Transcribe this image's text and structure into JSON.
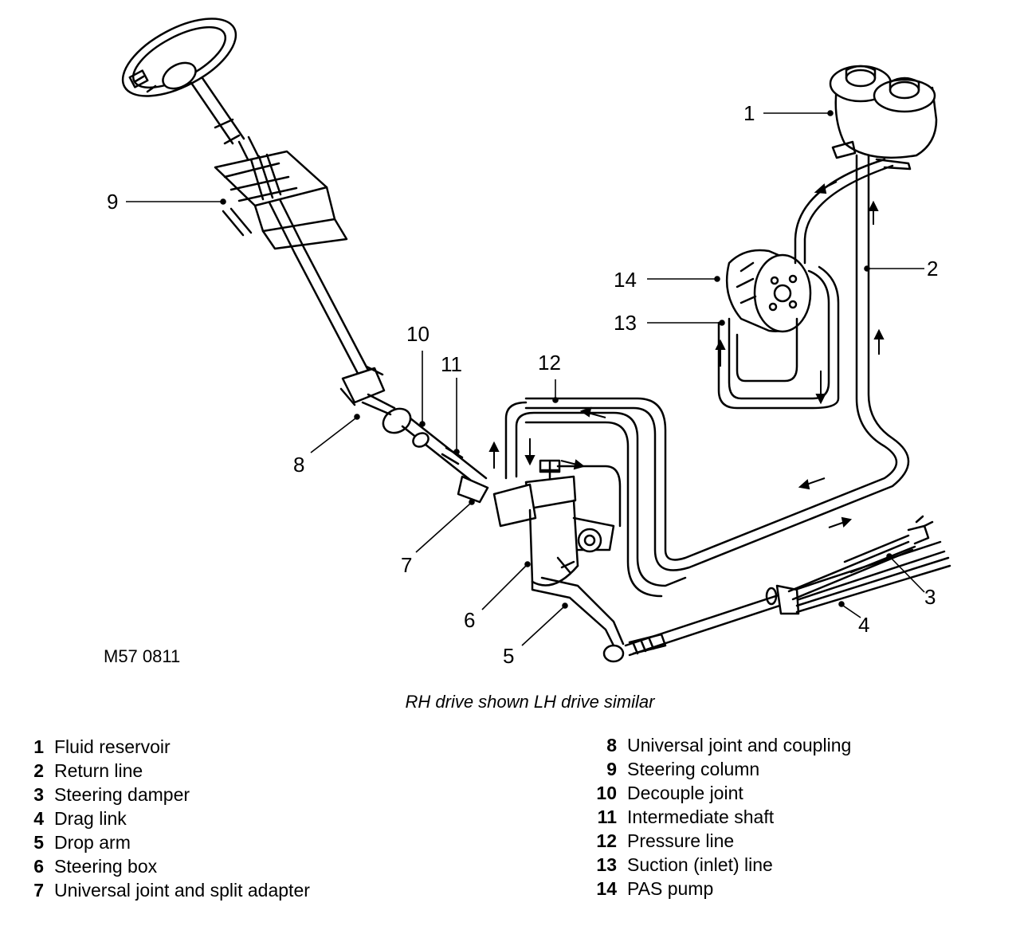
{
  "drawing_code": "M57 0811",
  "caption": "RH drive shown LH drive similar",
  "callouts": [
    "1",
    "2",
    "3",
    "4",
    "5",
    "6",
    "7",
    "8",
    "9",
    "10",
    "11",
    "12",
    "13",
    "14"
  ],
  "legend": [
    {
      "num": "1",
      "label": "Fluid reservoir"
    },
    {
      "num": "2",
      "label": "Return line"
    },
    {
      "num": "3",
      "label": "Steering damper"
    },
    {
      "num": "4",
      "label": "Drag link"
    },
    {
      "num": "5",
      "label": "Drop arm"
    },
    {
      "num": "6",
      "label": "Steering box"
    },
    {
      "num": "7",
      "label": "Universal joint and split adapter"
    },
    {
      "num": "8",
      "label": "Universal joint and coupling"
    },
    {
      "num": "9",
      "label": "Steering column"
    },
    {
      "num": "10",
      "label": "Decouple joint"
    },
    {
      "num": "11",
      "label": "Intermediate shaft"
    },
    {
      "num": "12",
      "label": "Pressure line"
    },
    {
      "num": "13",
      "label": "Suction (inlet) line"
    },
    {
      "num": "14",
      "label": "PAS pump"
    }
  ]
}
